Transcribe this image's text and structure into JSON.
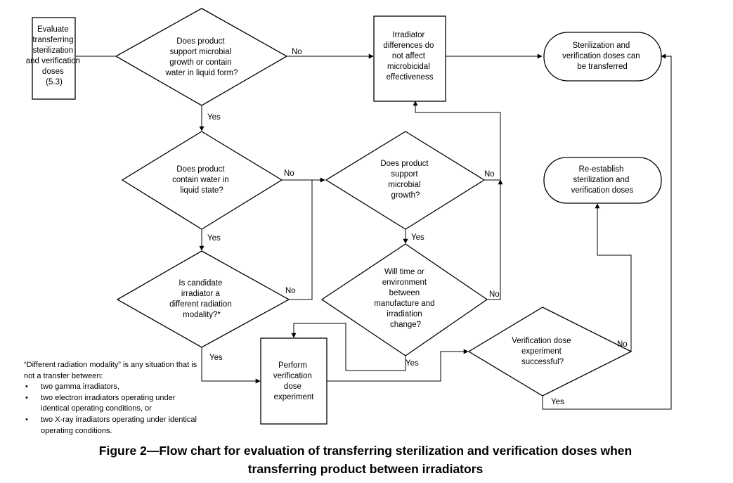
{
  "nodes": {
    "start": [
      "Evaluate",
      "transferring",
      "sterilization",
      "and verification",
      "doses",
      "(5.3)"
    ],
    "q_microbial_water": [
      "Does product",
      "support microbial",
      "growth  or contain",
      "water in liquid form?"
    ],
    "irradiator_diff": [
      "Irradiator",
      "differences do",
      "not affect",
      "microbicidal",
      "effectiveness"
    ],
    "transferred": [
      "Sterilization and",
      "verification doses can",
      "be transferred"
    ],
    "q_water": [
      "Does product",
      "contain water in",
      "liquid state?"
    ],
    "q_growth": [
      "Does product",
      "support",
      "microbial",
      "growth?"
    ],
    "reestablish": [
      "Re-establish",
      "sterilization and",
      "verification doses"
    ],
    "q_modality": [
      "Is candidate",
      "irradiator a",
      "different radiation",
      "modality?*"
    ],
    "q_time": [
      "Will time or",
      "environment",
      "between",
      "manufacture and",
      "irradiation",
      "change?"
    ],
    "perform": [
      "Perform",
      "verification",
      "dose",
      "experiment"
    ],
    "q_success": [
      "Verification dose",
      "experiment",
      "successful?"
    ]
  },
  "labels": {
    "no": "No",
    "yes": "Yes"
  },
  "note": {
    "intro": "“Different radiation modality” is any situation that is not a transfer between:",
    "items": [
      "two gamma irradiators,",
      "two electron irradiators operating under identical operating conditions, or",
      "two X-ray irradiators operating under identical operating conditions."
    ]
  },
  "caption": {
    "line1": "Figure 2—Flow chart for evaluation of transferring sterilization and verification doses when",
    "line2": "transferring product between irradiators"
  }
}
